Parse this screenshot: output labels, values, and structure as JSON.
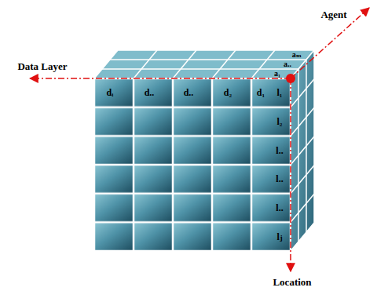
{
  "diagram": {
    "labels": [
      "Agent",
      "Data Layer",
      "aₘ",
      "a..",
      "a₁",
      "dᵢ",
      "d..",
      "d..",
      "d₂",
      "d₁",
      "l₁",
      "l₂",
      "l..",
      "l..",
      "l..",
      "lⱼ",
      "Location"
    ]
  }
}
